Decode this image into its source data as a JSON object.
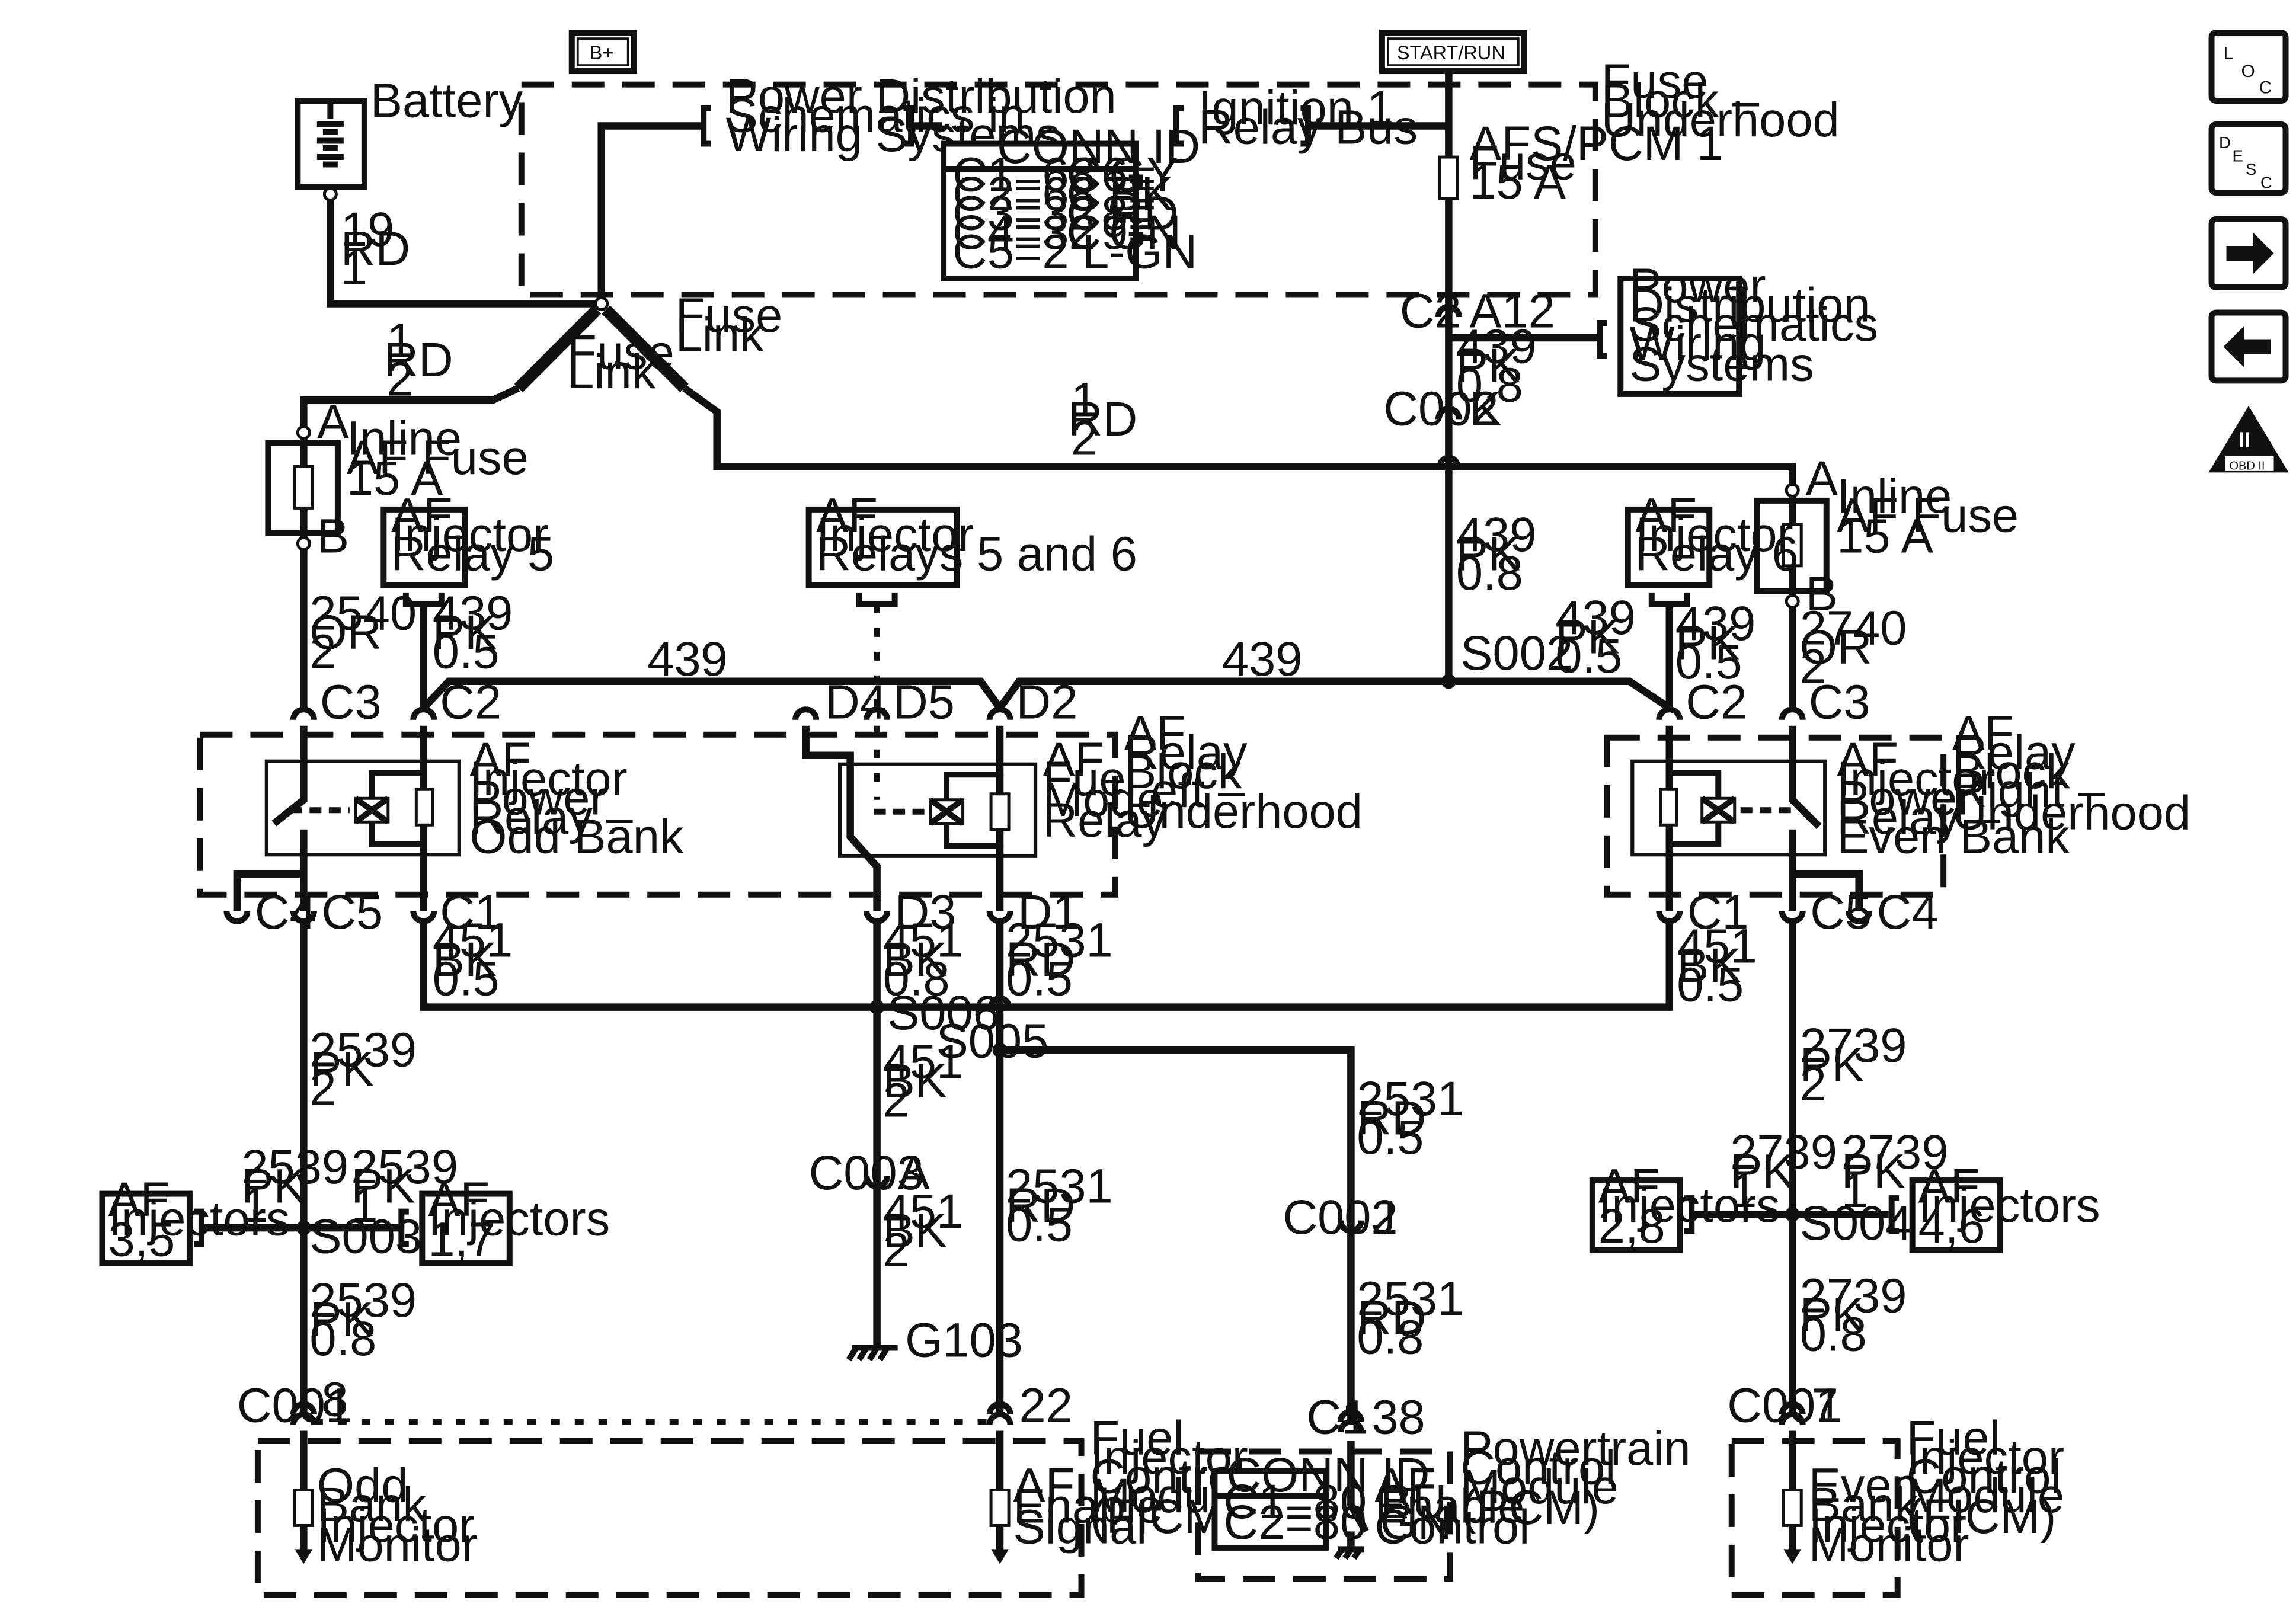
{
  "header": {
    "bplus": "B+",
    "startrun": "START/RUN"
  },
  "nav": {
    "loc": [
      "L",
      "O",
      "C"
    ],
    "desc": [
      "D",
      "E",
      "S",
      "C"
    ],
    "obd_top": "II",
    "obd_bottom": "OBD II"
  },
  "battery": {
    "label": "Battery",
    "wire": [
      "19",
      "RD",
      "1"
    ]
  },
  "fuse_block": {
    "title": [
      "Fuse",
      "Block –",
      "Underhood"
    ],
    "pds_ref": [
      "Power Distribution",
      "Schematics in",
      "Wiring Systems"
    ],
    "ign_bus": [
      "Ignition 1",
      "Relay Bus"
    ],
    "afs_fuse": [
      "AFS/PCM 1",
      "Fuse",
      "15 A"
    ],
    "conn_title": "CONN ID",
    "conn_left": [
      "C1=68 GY",
      "C2=68 BK",
      "C3=32 RD",
      "C4=32 GN",
      "C5=2 L-GN"
    ],
    "conn_right": [
      "C6=",
      "C7=",
      "C8=",
      "C9="
    ]
  },
  "fuse_links": {
    "left": [
      "Fuse",
      "Link"
    ],
    "right": [
      "Fuse",
      "Link"
    ]
  },
  "pds_right": [
    "Power",
    "Distribution",
    "Schematics",
    "Wiring",
    "Systems"
  ],
  "wires": {
    "w1rd2_left": [
      "1",
      "RD",
      "2"
    ],
    "w1rd2_mid": [
      "1",
      "RD",
      "2"
    ],
    "w439_08a": [
      "439",
      "PK",
      "0.8"
    ],
    "w439_08b": [
      "439",
      "PK",
      "0.8"
    ],
    "w2540": [
      "2540",
      "OR",
      "2"
    ],
    "w439_05_l": [
      "439",
      "PK",
      "0.5"
    ],
    "w439_05_r": [
      "439",
      "PK",
      "0.5"
    ],
    "w439_05_r2": [
      "439",
      "PK",
      "0.5"
    ],
    "w2740": [
      "2740",
      "OR",
      "2"
    ],
    "bus439_l": "439",
    "bus439_r": "439",
    "w451_l": [
      "451",
      "BK",
      "0.5"
    ],
    "w451_m": [
      "451",
      "BK",
      "0.8"
    ],
    "w2531_m": [
      "2531",
      "RD",
      "0.5"
    ],
    "w451_r": [
      "451",
      "BK",
      "0.5"
    ],
    "w2539_a": [
      "2539",
      "PK",
      "2"
    ],
    "w451_2a": [
      "451",
      "BK",
      "2"
    ],
    "w2531_r": [
      "2531",
      "RD",
      "0.5"
    ],
    "w2739_a": [
      "2739",
      "PK",
      "2"
    ],
    "w2539_b": [
      "2539",
      "PK",
      "1"
    ],
    "w2539_c": [
      "2539",
      "PK",
      "1"
    ],
    "w2739_b": [
      "2739",
      "PK",
      "1"
    ],
    "w2739_c": [
      "2739",
      "PK",
      "1"
    ],
    "w2531_ficm": [
      "2531",
      "RD",
      "0.5"
    ],
    "w451_2b": [
      "451",
      "BK",
      "2"
    ],
    "w2539_d": [
      "2539",
      "PK",
      "0.8"
    ],
    "w2531_pcm": [
      "2531",
      "RD",
      "0.8"
    ],
    "w2739_d": [
      "2739",
      "PK",
      "0.8"
    ]
  },
  "inline_fuse_left": {
    "label": [
      "Inline",
      "AF Fuse",
      "15 A"
    ],
    "a": "A",
    "b": "B"
  },
  "inline_fuse_right": {
    "label": [
      "Inline",
      "AF Fuse",
      "15 A"
    ],
    "a": "A",
    "b": "B"
  },
  "refs": {
    "relay5": [
      "AF",
      "Injector",
      "Relay 5"
    ],
    "relays56": [
      "AF",
      "Injector",
      "Relays 5 and 6"
    ],
    "relay6": [
      "AF",
      "Injector",
      "Relay 6"
    ]
  },
  "connectors": {
    "c2": "C2",
    "a12": "A12",
    "c002": "C002",
    "k": "K",
    "s002": "S002",
    "c3l": "C3",
    "c2l": "C2",
    "d4": "D4",
    "d5": "D5",
    "d2": "D2",
    "c2r": "C2",
    "c3r": "C3",
    "c4l": "C4",
    "c5l": "C5",
    "c1l": "C1",
    "d3": "D3",
    "d1": "D1",
    "c1r": "C1",
    "c5r": "C5",
    "c4r": "C4",
    "s006": "S006",
    "s005": "S005",
    "c003": "C003",
    "c003a": "A",
    "c002b": "C002",
    "j": "J",
    "s003": "S003",
    "s004": "S004",
    "g103": "G103",
    "c001l": "C001",
    "p8": "8",
    "p22": "22",
    "c1pcm": "C1",
    "p38": "38",
    "c001r": "C001",
    "p7": "7"
  },
  "relay_blocks": {
    "left_block": [
      "AF",
      "Relay",
      "Block",
      "Left –",
      "Underhood"
    ],
    "left_relay": [
      "AF",
      "Injector",
      "Power",
      "Relay –",
      "Odd Bank"
    ],
    "mode_relay": [
      "AF",
      "Fuel",
      "Mode",
      "Relay"
    ],
    "right_block": [
      "AF",
      "Relay",
      "Block",
      "Right –",
      "Underhood"
    ],
    "right_relay": [
      "AF",
      "Injector",
      "Power",
      "Relay –",
      "Even Bank"
    ]
  },
  "injectors": {
    "inj35": [
      "AF",
      "Injectors",
      "3,5"
    ],
    "inj17": [
      "AF",
      "Injectors",
      "1,7"
    ],
    "inj28": [
      "AF",
      "Injectors",
      "2,8"
    ],
    "inj46": [
      "AF",
      "Injectors",
      "4,6"
    ]
  },
  "modules": {
    "ficm_l": [
      "Fuel",
      "Injector",
      "Control",
      "Module",
      "(FICM)"
    ],
    "odd_monitor": [
      "Odd",
      "Bank",
      "Injector",
      "Monitor"
    ],
    "enable_signal": [
      "AF",
      "Enable",
      "Signal"
    ],
    "pcm": [
      "Powertrain",
      "Control",
      "Module",
      "(PCM)"
    ],
    "pcm_conn_title": "CONN ID",
    "pcm_conn": [
      "C1=80 BU",
      "C2=80 GN"
    ],
    "enable_control": [
      "AF",
      "Enable",
      "Control"
    ],
    "ficm_r": [
      "Fuel",
      "Injector",
      "Control",
      "Module",
      "(FICM)"
    ],
    "even_monitor": [
      "Even",
      "Bank",
      "Injector",
      "Monitor"
    ]
  }
}
